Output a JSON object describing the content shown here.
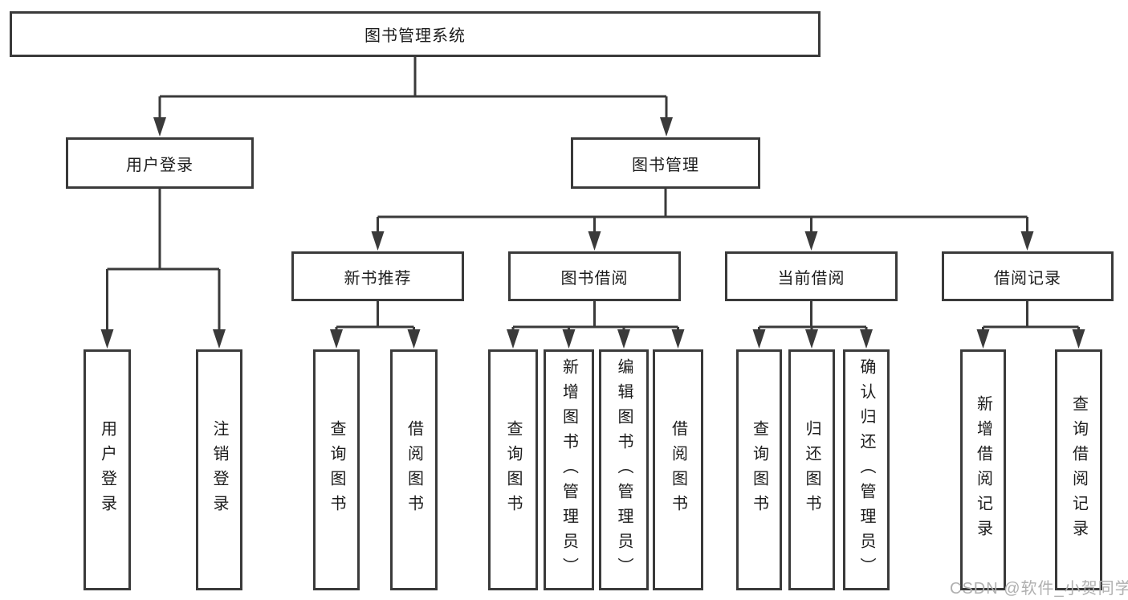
{
  "colors": {
    "line": "#3a3a3a",
    "text": "#1c1c1c",
    "watermark": "#b0b0b0",
    "background": "#ffffff"
  },
  "diagram": {
    "root": {
      "label": "图书管理系统"
    },
    "branches": [
      {
        "label": "用户登录",
        "children": [
          {
            "label": "用户登录"
          },
          {
            "label": "注销登录"
          }
        ]
      },
      {
        "label": "图书管理",
        "children": [
          {
            "label": "新书推荐",
            "children": [
              {
                "label": "查询图书"
              },
              {
                "label": "借阅图书"
              }
            ]
          },
          {
            "label": "图书借阅",
            "children": [
              {
                "label": "查询图书"
              },
              {
                "label": "新增图书（管理员）"
              },
              {
                "label": "编辑图书（管理员）"
              },
              {
                "label": "借阅图书"
              }
            ]
          },
          {
            "label": "当前借阅",
            "children": [
              {
                "label": "查询图书"
              },
              {
                "label": "归还图书"
              },
              {
                "label": "确认归还（管理员）"
              }
            ]
          },
          {
            "label": "借阅记录",
            "children": [
              {
                "label": "新增借阅记录"
              },
              {
                "label": "查询借阅记录"
              }
            ]
          }
        ]
      }
    ]
  },
  "watermark": {
    "text": "CSDN @软件_小贺同学"
  }
}
